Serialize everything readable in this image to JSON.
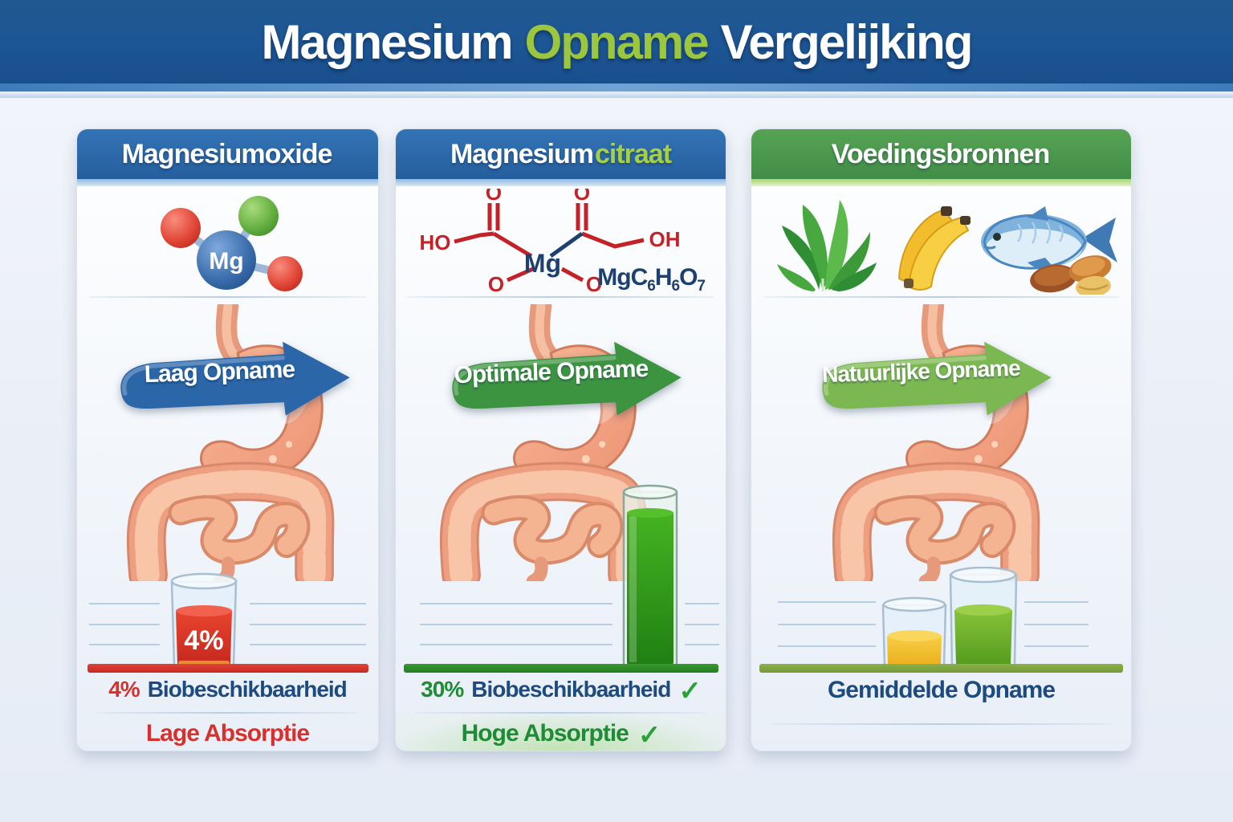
{
  "banner": {
    "title": {
      "part1": "Magnesium",
      "part2": "Opname",
      "part3": "Vergelijking"
    }
  },
  "panels": [
    {
      "header": {
        "main": "Magnesiumoxide",
        "accent": ""
      },
      "molecule": {
        "center_label": "Mg"
      },
      "arrow_label": "Laag Opname",
      "beaker_value": "4%",
      "stat": {
        "value": "4%",
        "label": "Biobeschikbaarheid"
      },
      "verdict": {
        "label": "Lage Absorptie"
      }
    },
    {
      "header": {
        "main": "Magnesium",
        "accent": "citraat"
      },
      "structure": {
        "ho": "HO",
        "oh": "OH",
        "o": "O",
        "mg": "Mg",
        "formula": {
          "p1": "MgC",
          "s1": "6",
          "p2": "H",
          "s2": "6",
          "p3": "O",
          "s3": "7"
        }
      },
      "arrow_label": "Optimale Opname",
      "stat": {
        "value": "30%",
        "label": "Biobeschikbaarheid",
        "check": "✓"
      },
      "verdict": {
        "label": "Hoge Absorptie",
        "check": "✓"
      }
    },
    {
      "header": {
        "main": "Voedingsbronnen",
        "accent": ""
      },
      "foods": [
        "spinach",
        "banana",
        "fish",
        "nuts"
      ],
      "arrow_label": "Natuurlijke Opname",
      "stat": {
        "label": "Gemiddelde Opname"
      }
    }
  ],
  "colors": {
    "banner_blue": "#1d5695",
    "accent_green": "#9cc63d",
    "header_blue": "#2a65a8",
    "header_green": "#4a9950",
    "red": "#d7312e",
    "navy": "#1d4b7f",
    "green_text": "#1e8b35",
    "liquid_red": "#d93825",
    "liquid_green": "#3fae1f",
    "liquid_yellow": "#f5c431",
    "liquid_lime": "#7cb832"
  }
}
